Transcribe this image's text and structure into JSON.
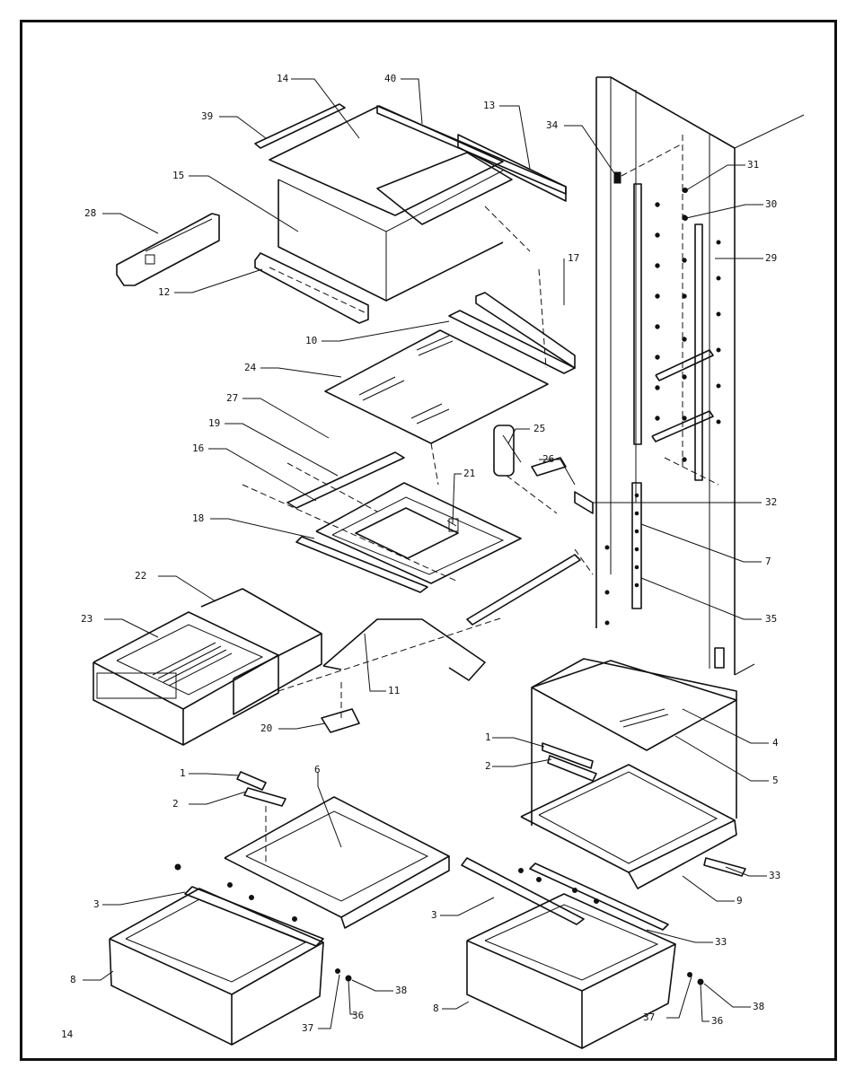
{
  "page_number": "14",
  "callouts": [
    {
      "id": "c14a",
      "label": "14"
    },
    {
      "id": "c40",
      "label": "40"
    },
    {
      "id": "c13",
      "label": "13"
    },
    {
      "id": "c39",
      "label": "39"
    },
    {
      "id": "c34",
      "label": "34"
    },
    {
      "id": "c15",
      "label": "15"
    },
    {
      "id": "c31",
      "label": "31"
    },
    {
      "id": "c30",
      "label": "30"
    },
    {
      "id": "c28",
      "label": "28"
    },
    {
      "id": "c29",
      "label": "29"
    },
    {
      "id": "c12",
      "label": "12"
    },
    {
      "id": "c17",
      "label": "17"
    },
    {
      "id": "c10",
      "label": "10"
    },
    {
      "id": "c24",
      "label": "24"
    },
    {
      "id": "c27",
      "label": "27"
    },
    {
      "id": "c19",
      "label": "19"
    },
    {
      "id": "c25",
      "label": "25"
    },
    {
      "id": "c16",
      "label": "16"
    },
    {
      "id": "c21",
      "label": "21"
    },
    {
      "id": "c26",
      "label": "26"
    },
    {
      "id": "c32",
      "label": "32"
    },
    {
      "id": "c18",
      "label": "18"
    },
    {
      "id": "c7",
      "label": "7"
    },
    {
      "id": "c22",
      "label": "22"
    },
    {
      "id": "c23",
      "label": "23"
    },
    {
      "id": "c35",
      "label": "35"
    },
    {
      "id": "c11",
      "label": "11"
    },
    {
      "id": "c20",
      "label": "20"
    },
    {
      "id": "c4",
      "label": "4"
    },
    {
      "id": "c1a",
      "label": "1"
    },
    {
      "id": "c2a",
      "label": "2"
    },
    {
      "id": "c5",
      "label": "5"
    },
    {
      "id": "c1b",
      "label": "1"
    },
    {
      "id": "c6",
      "label": "6"
    },
    {
      "id": "c2b",
      "label": "2"
    },
    {
      "id": "c33a",
      "label": "33"
    },
    {
      "id": "c9",
      "label": "9"
    },
    {
      "id": "c3a",
      "label": "3"
    },
    {
      "id": "c3b",
      "label": "3"
    },
    {
      "id": "c33b",
      "label": "33"
    },
    {
      "id": "c8a",
      "label": "8"
    },
    {
      "id": "c38a",
      "label": "38"
    },
    {
      "id": "c37a",
      "label": "37"
    },
    {
      "id": "c36a",
      "label": "36"
    },
    {
      "id": "c8b",
      "label": "8"
    },
    {
      "id": "c38b",
      "label": "38"
    },
    {
      "id": "c37b",
      "label": "37"
    },
    {
      "id": "c36b",
      "label": "36"
    }
  ]
}
